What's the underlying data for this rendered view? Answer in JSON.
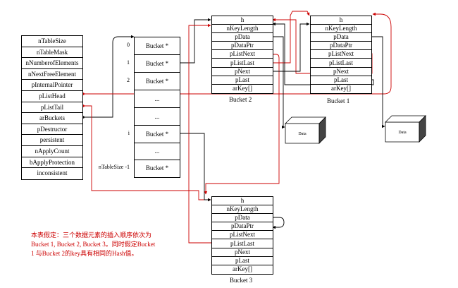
{
  "hashtable": {
    "fields": [
      "nTableSize",
      "nTableMask",
      "nNumberofElements",
      "nNextFreeElement",
      "pInternalPointer",
      "pListHead",
      "pListTail",
      "arBuckets",
      "pDestructor",
      "persistent",
      "nApplyCount",
      "bApplyProtection",
      "inconsistent"
    ]
  },
  "buckets_array": {
    "cells": [
      "Bucket *",
      "Bucket *",
      "Bucket *",
      "...",
      "...",
      "Bucket *",
      "...",
      "Bucket *"
    ],
    "index_labels": [
      "0",
      "1",
      "2",
      "",
      "",
      "i",
      "",
      "nTableSize -1"
    ]
  },
  "bucket_fields": [
    "h",
    "nKeyLength",
    "pData",
    "pDataPtr",
    "pListNext",
    "pListLast",
    "pNext",
    "pLast",
    "arKey[]"
  ],
  "bucket_names": {
    "b2": "Bucket 2",
    "b1": "Bucket 1",
    "b3": "Bucket 3"
  },
  "data_label": "Data",
  "note_lines": [
    "本表假定：三个数据元素的插入顺序依次为",
    "Bucket 1, Bucket 2, Bucket 3。同时假定Bucket",
    "1 与Bucket 2的key具有相同的Hash值。"
  ],
  "colors": {
    "line": "#000000",
    "link": "#cc0000"
  }
}
